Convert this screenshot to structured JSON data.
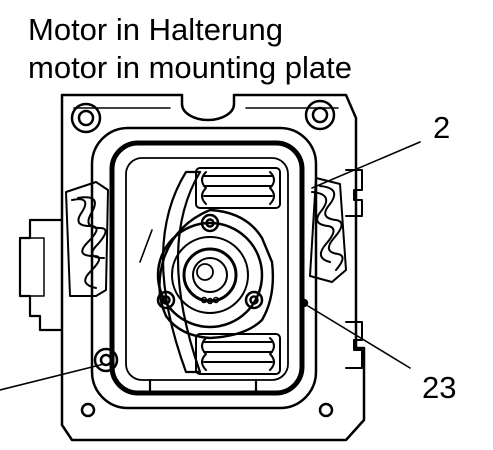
{
  "title": {
    "line_de": "Motor in Halterung",
    "line_en": "motor in mounting plate"
  },
  "callouts": [
    "2",
    "23"
  ]
}
